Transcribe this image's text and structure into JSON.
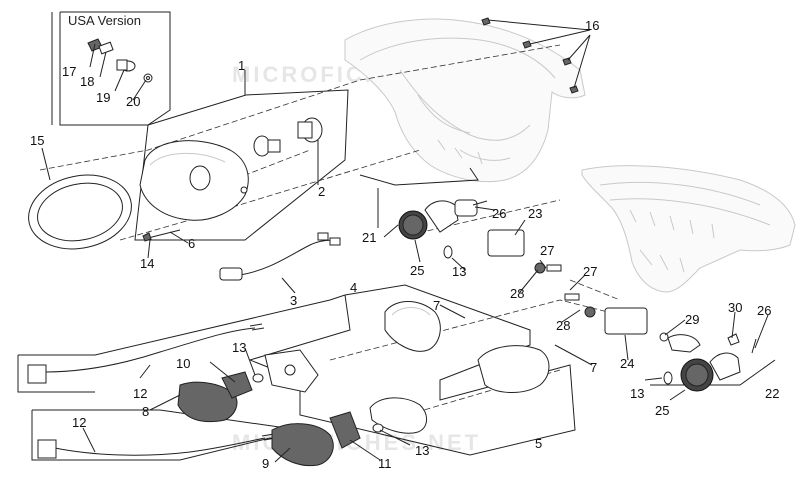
{
  "inset": {
    "title": "USA Version"
  },
  "watermarks": [
    "MICROFICHES.NET",
    "MICROFICHES.NET"
  ],
  "callouts": {
    "c1": "1",
    "c2": "2",
    "c3": "3",
    "c4": "4",
    "c5": "5",
    "c6": "6",
    "c7a": "7",
    "c7b": "7",
    "c8": "8",
    "c9": "9",
    "c10": "10",
    "c11": "11",
    "c12a": "12",
    "c12b": "12",
    "c13a": "13",
    "c13b": "13",
    "c13c": "13",
    "c13d": "13",
    "c14": "14",
    "c15": "15",
    "c16": "16",
    "c17": "17",
    "c18": "18",
    "c19": "19",
    "c20": "20",
    "c21": "21",
    "c22": "22",
    "c23": "23",
    "c24": "24",
    "c25a": "25",
    "c25b": "25",
    "c26a": "26",
    "c26b": "26",
    "c27a": "27",
    "c27b": "27",
    "c28a": "28",
    "c28b": "28",
    "c29": "29",
    "c30": "30"
  }
}
